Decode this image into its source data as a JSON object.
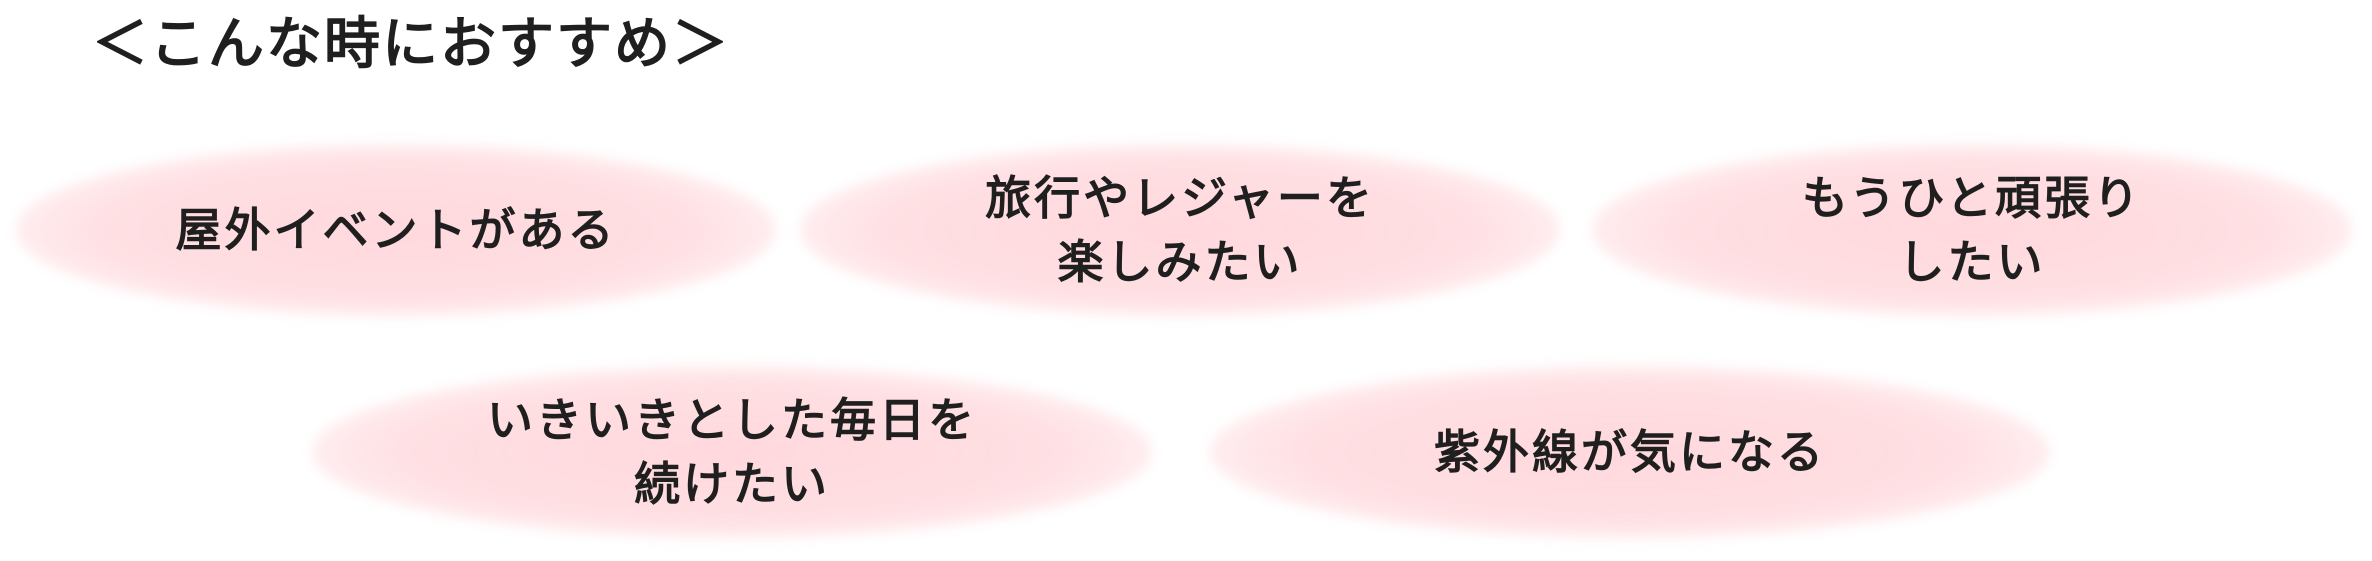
{
  "heading": "＜こんな時におすすめ＞",
  "bubbles": [
    {
      "lines": [
        "屋外イベントがある"
      ]
    },
    {
      "lines": [
        "旅行やレジャーを",
        "楽しみたい"
      ]
    },
    {
      "lines": [
        "もうひと頑張り",
        "したい"
      ]
    },
    {
      "lines": [
        "いきいきとした毎日を",
        "続けたい"
      ]
    },
    {
      "lines": [
        "紫外線が気になる"
      ]
    }
  ],
  "colors": {
    "bubble_fill": "#ffd6db",
    "text": "#1f1f1f",
    "background": "#ffffff"
  }
}
